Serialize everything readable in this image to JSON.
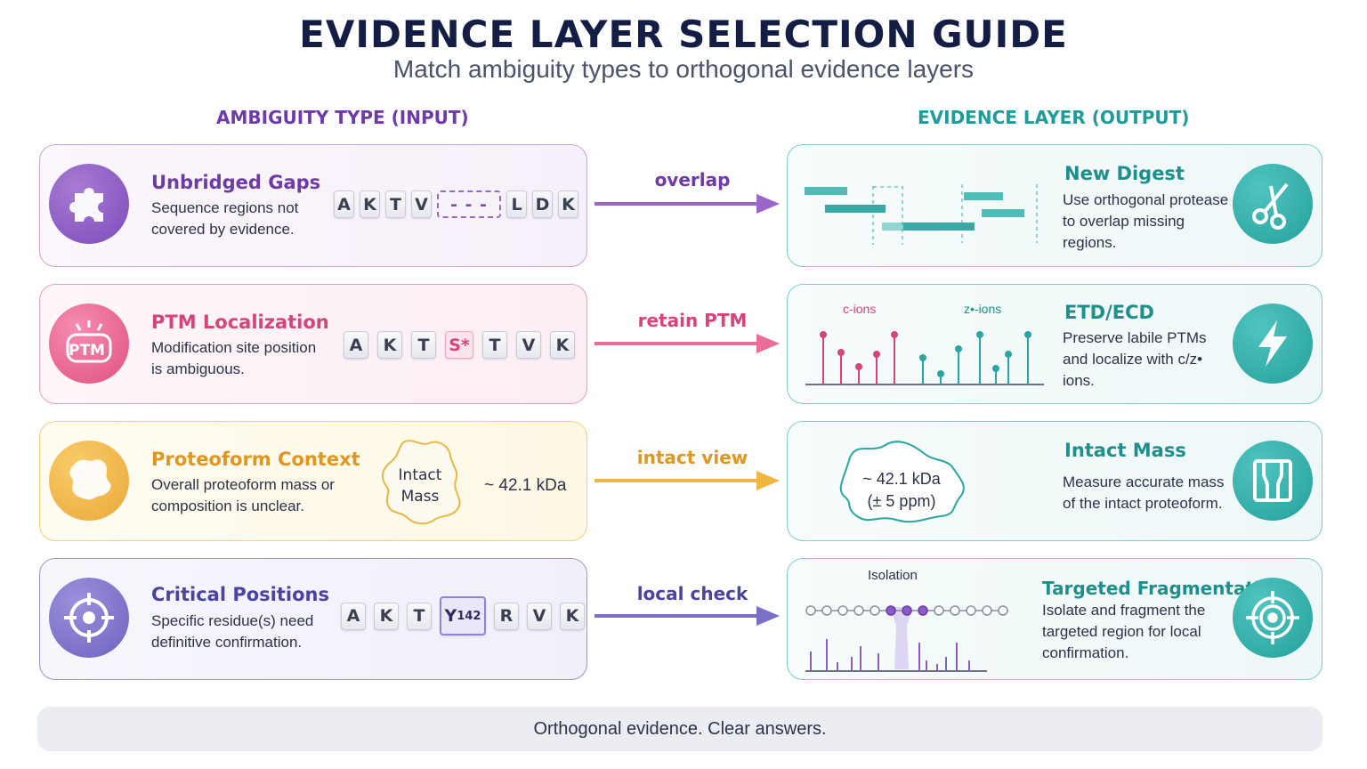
{
  "header": {
    "title": "EVIDENCE LAYER SELECTION GUIDE",
    "subtitle": "Match ambiguity types to orthogonal evidence layers"
  },
  "columns": {
    "input": "AMBIGUITY TYPE (INPUT)",
    "output": "EVIDENCE LAYER (OUTPUT)"
  },
  "rows": [
    {
      "input": {
        "title": "Unbridged Gaps",
        "description": "Sequence regions not covered by evidence.",
        "sequence": [
          "A",
          "K",
          "T",
          "V",
          "- - -",
          "L",
          "D",
          "K"
        ]
      },
      "connector": "overlap",
      "output": {
        "title": "New Digest",
        "description": "Use orthogonal protease to overlap missing regions."
      }
    },
    {
      "input": {
        "title": "PTM Localization",
        "description": "Modification site position is ambiguous.",
        "badge_text": "PTM",
        "sequence": [
          "A",
          "K",
          "T",
          "S*",
          "T",
          "V",
          "K"
        ]
      },
      "connector": "retain PTM",
      "output": {
        "title": "ETD/ECD",
        "description": "Preserve labile PTMs and localize with c/z• ions.",
        "spectrum_labels": [
          "c-ions",
          "z•-ions"
        ]
      }
    },
    {
      "input": {
        "title": "Proteoform Context",
        "description": "Overall proteoform mass or composition is unclear.",
        "blob_line1": "Intact",
        "blob_line2": "Mass",
        "mass": "~ 42.1 kDa"
      },
      "connector": "intact view",
      "output": {
        "title": "Intact Mass",
        "description": "Measure accurate mass of the intact proteoform.",
        "blob_line1": "~ 42.1 kDa",
        "blob_line2": "(± 5 ppm)"
      }
    },
    {
      "input": {
        "title": "Critical Positions",
        "description": "Specific residue(s) need definitive confirmation.",
        "sequence": [
          "A",
          "K",
          "T",
          "Y",
          "R",
          "V",
          "K"
        ],
        "focus_sub": "142"
      },
      "connector": "local check",
      "output": {
        "title": "Targeted Fragmentation",
        "description": "Isolate and fragment the targeted region for local confirmation.",
        "isolation_label": "Isolation"
      }
    }
  ],
  "footer": "Orthogonal evidence. Clear answers.",
  "colors": {
    "purple": "#8e5cc4",
    "pink": "#e6608c",
    "yellow": "#eeb23f",
    "indigo": "#7b70c7",
    "teal": "#2aa6a2"
  },
  "icons": {
    "row1_input": "puzzle-icon",
    "row1_output": "scissors-icon",
    "row2_input": "ptm-badge-icon",
    "row2_output": "lightning-icon",
    "row3_input": "blob-icon",
    "row3_output": "intact-mass-icon",
    "row4_input": "crosshair-icon",
    "row4_output": "target-icon"
  }
}
